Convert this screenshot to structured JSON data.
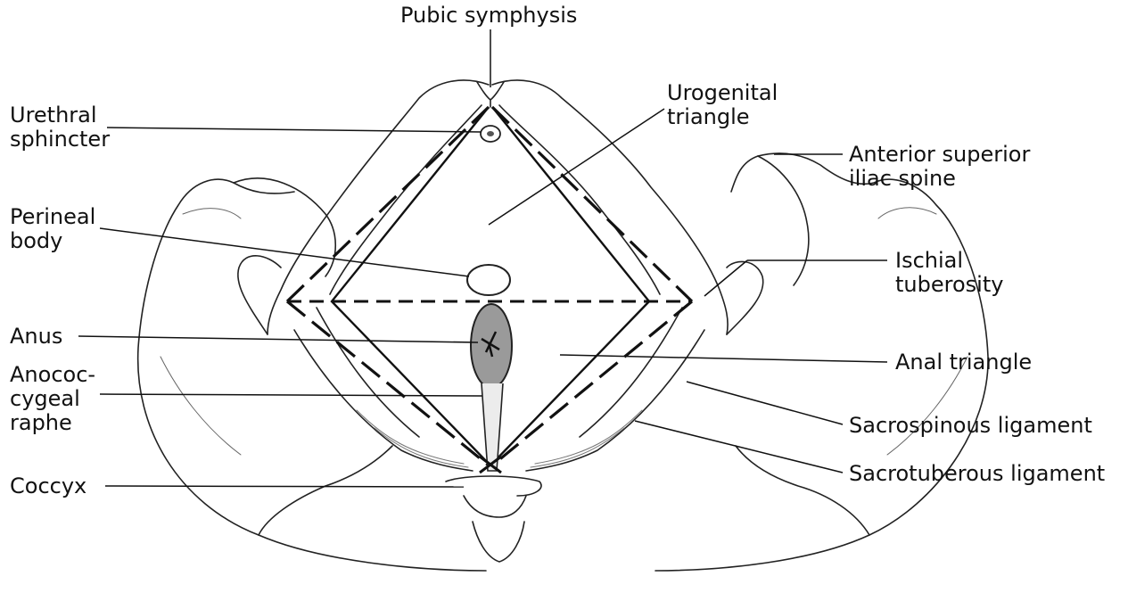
{
  "labels": {
    "pubic_symphysis": "Pubic symphysis",
    "urethral_sphincter": [
      "Urethral",
      "sphincter"
    ],
    "perineal_body": [
      "Perineal",
      "body"
    ],
    "anus": "Anus",
    "anococcygeal_raphe": [
      "Anococ-",
      "cygeal",
      "raphe"
    ],
    "coccyx": "Coccyx",
    "urogenital_triangle": [
      "Urogenital",
      "triangle"
    ],
    "anterior_superior_iliac_spine": [
      "Anterior superior",
      "iliac spine"
    ],
    "ischial_tuberosity": [
      "Ischial",
      "tuberosity"
    ],
    "anal_triangle": "Anal triangle",
    "sacrospinous_ligament": "Sacrospinous ligament",
    "sacrotuberous_ligament": "Sacrotuberous ligament"
  },
  "colors": {
    "ink": "#111111",
    "anus_fill": "#9a9a9a",
    "bone_shade": "#d8d8d8"
  }
}
